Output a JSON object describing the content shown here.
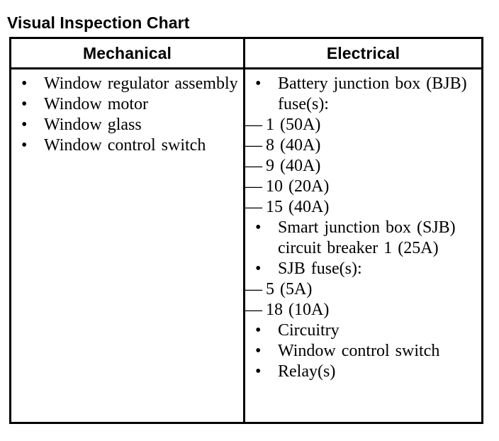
{
  "page": {
    "title": "Visual Inspection Chart",
    "background_color": "#ffffff",
    "text_color": "#000000",
    "border_color": "#000000"
  },
  "table": {
    "columns": [
      {
        "key": "mechanical",
        "header": "Mechanical"
      },
      {
        "key": "electrical",
        "header": "Electrical"
      }
    ],
    "glyphs": {
      "bullet": "•",
      "dash": "—"
    },
    "mechanical": {
      "items": [
        {
          "text": "Window regulator assembly"
        },
        {
          "text": "Window motor"
        },
        {
          "text": "Window glass"
        },
        {
          "text": "Window control switch"
        }
      ]
    },
    "electrical": {
      "items": [
        {
          "text": "Battery junction box (BJB) fuse(s):",
          "sub_items": [
            "1 (50A)",
            "8 (40A)",
            "9 (40A)",
            "10 (20A)",
            "15 (40A)"
          ]
        },
        {
          "text": "Smart junction box (SJB) circuit breaker 1 (25A)"
        },
        {
          "text": "SJB fuse(s):",
          "sub_items": [
            "5 (5A)",
            "18 (10A)"
          ]
        },
        {
          "text": "Circuitry"
        },
        {
          "text": "Window control switch"
        },
        {
          "text": "Relay(s)"
        }
      ]
    }
  }
}
